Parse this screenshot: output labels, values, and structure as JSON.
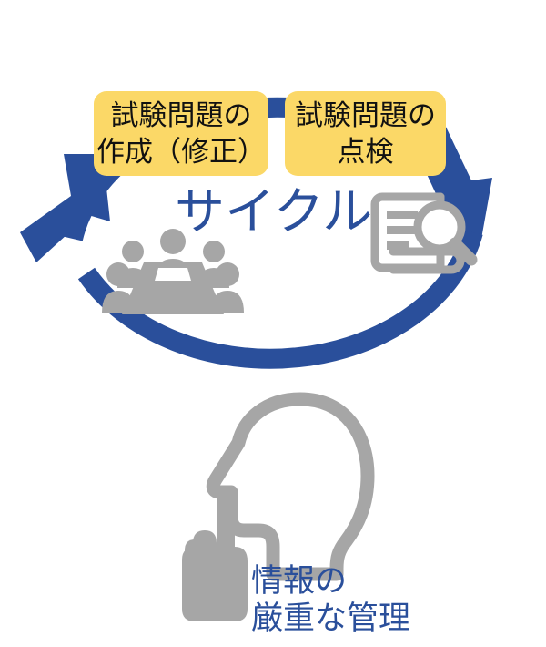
{
  "diagram": {
    "title_center": "サイクル",
    "colors": {
      "arrow_blue": "#2A4F9B",
      "box_yellow": "#FBD867",
      "icon_gray": "#A6A6A6",
      "text_dark": "#111111",
      "background": "#FFFFFF"
    },
    "cycle": {
      "name": "exam-question-cycle",
      "steps": [
        {
          "id": "step-create",
          "line1": "試験問題の",
          "line2": "作成（修正）"
        },
        {
          "id": "step-check",
          "line1": "試験問題の",
          "line2": "点検"
        }
      ],
      "arrows": [
        {
          "id": "arrow-left-up",
          "direction": "counter-clockwise-up"
        },
        {
          "id": "arrow-right-down",
          "direction": "clockwise-down"
        }
      ],
      "icons": [
        {
          "id": "meeting-icon",
          "label": "meeting-people-table"
        },
        {
          "id": "document-magnifier-icon",
          "label": "document-review"
        }
      ]
    },
    "bottom": {
      "icon": {
        "id": "head-shush-icon",
        "label": "head-with-pointing-finger"
      },
      "caption_line1": "情報の",
      "caption_line2": "厳重な管理"
    }
  }
}
